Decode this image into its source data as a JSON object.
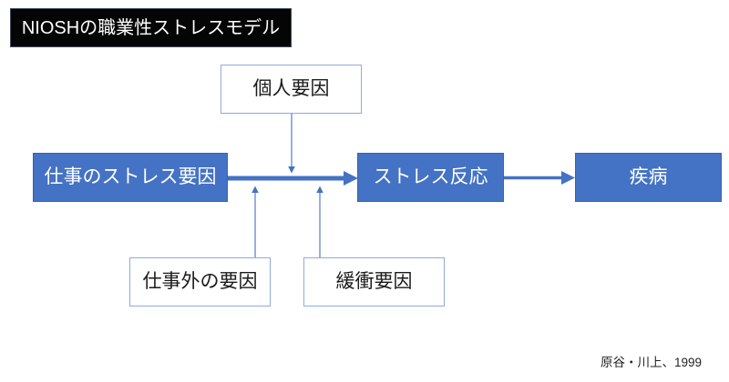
{
  "slide_title": "NIOSHの職業性ストレスモデル",
  "citation": "原谷・川上、1999",
  "nodes": {
    "personal": {
      "label": "個人要因",
      "style": "outlined"
    },
    "job_stressors": {
      "label": "仕事のストレス要因",
      "style": "filled"
    },
    "stress_reaction": {
      "label": "ストレス反応",
      "style": "filled"
    },
    "disease": {
      "label": "疾病",
      "style": "filled"
    },
    "non_work": {
      "label": "仕事外の要因",
      "style": "outlined"
    },
    "buffer": {
      "label": "緩衝要因",
      "style": "outlined"
    }
  },
  "edges": [
    {
      "from": "job_stressors",
      "to": "stress_reaction",
      "style": "thick-arrow"
    },
    {
      "from": "stress_reaction",
      "to": "disease",
      "style": "medium-arrow"
    },
    {
      "from": "personal",
      "to": "main-arrow",
      "style": "thin-arrow-down"
    },
    {
      "from": "non_work",
      "to": "main-arrow",
      "style": "thin-arrow-up"
    },
    {
      "from": "buffer",
      "to": "main-arrow",
      "style": "thin-arrow-up"
    }
  ],
  "colors": {
    "node_fill": "#4472C4",
    "node_fill_border": "#3A62AE",
    "outlined_border": "#8FAADC",
    "arrow_main": "#4472C4",
    "arrow_thin_shaft": "#7495D6",
    "title_bg": "#000000",
    "title_text": "#FFFFFF",
    "background": "#FFFFFF"
  }
}
